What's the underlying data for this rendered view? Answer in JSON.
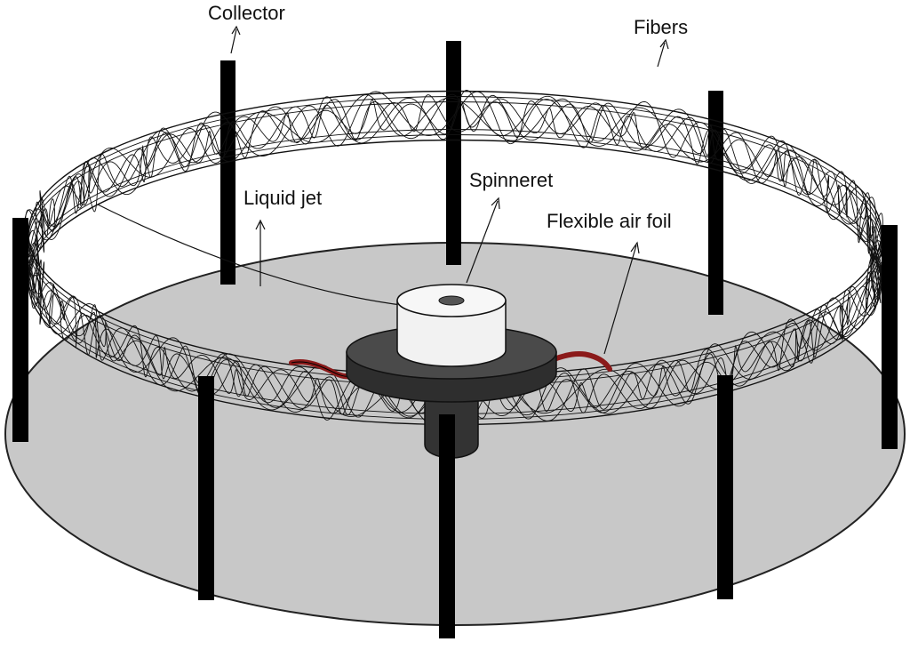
{
  "labels": {
    "collector": "Collector",
    "fibers": "Fibers",
    "liquid_jet": "Liquid jet",
    "spinneret": "Spinneret",
    "air_foil": "Flexible air foil"
  },
  "colors": {
    "base_plate": "#c8c8c8",
    "spinneret_disc": "#3a3a3a",
    "spinneret_top": "#f2f2f2",
    "shaft": "#333333",
    "air_foil": "#8b1a1a",
    "posts": "#000000",
    "fibers": "#111111"
  }
}
